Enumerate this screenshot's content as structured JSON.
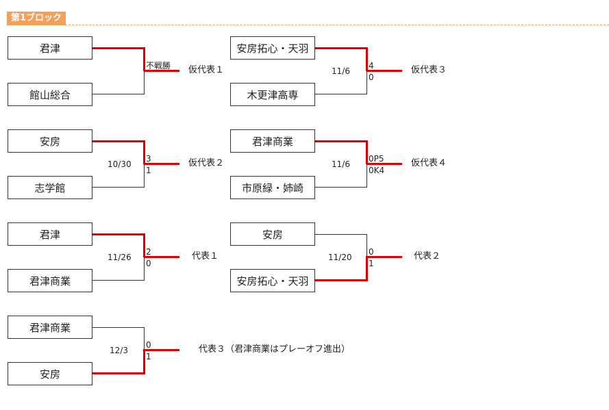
{
  "header": {
    "title": "第1ブロック"
  },
  "colors": {
    "header": "#f5a05a",
    "winner_line": "#e00000",
    "line": "#333333"
  },
  "matches": [
    {
      "top": "君津",
      "bottom": "館山総合",
      "date": "",
      "score_top": "",
      "score_bottom": "",
      "note": "不戦勝",
      "result": "仮代表１"
    },
    {
      "top": "安房拓心・天羽",
      "bottom": "木更津高専",
      "date": "11/6",
      "score_top": "4",
      "score_bottom": "0",
      "note": "",
      "result": "仮代表３"
    },
    {
      "top": "安房",
      "bottom": "志学館",
      "date": "10/30",
      "score_top": "3",
      "score_bottom": "1",
      "note": "",
      "result": "仮代表２"
    },
    {
      "top": "君津商業",
      "bottom": "市原緑・姉崎",
      "date": "11/6",
      "score_top": "0P5",
      "score_bottom": "0K4",
      "note": "",
      "result": "仮代表４"
    },
    {
      "top": "君津",
      "bottom": "君津商業",
      "date": "11/26",
      "score_top": "2",
      "score_bottom": "0",
      "note": "",
      "result": "代表１"
    },
    {
      "top": "安房",
      "bottom": "安房拓心・天羽",
      "date": "11/20",
      "score_top": "0",
      "score_bottom": "1",
      "note": "",
      "result": "代表２"
    },
    {
      "top": "君津商業",
      "bottom": "安房",
      "date": "12/3",
      "score_top": "0",
      "score_bottom": "1",
      "note": "",
      "result": "代表３（君津商業はプレーオフ進出）"
    }
  ]
}
